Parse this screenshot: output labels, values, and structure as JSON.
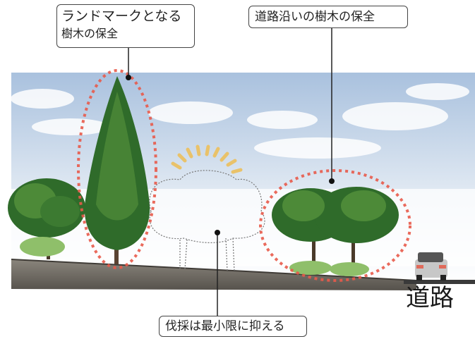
{
  "callouts": {
    "landmark_line1": "ランドマークとなる",
    "landmark_line2": "樹木の保全",
    "roadside": "道路沿いの樹木の保全",
    "felling": "伐採は最小限に抑える"
  },
  "labels": {
    "road": "道路"
  },
  "colors": {
    "highlight_ring": "#e85a4a",
    "sun_rays": "#e9c26a",
    "foliage_dark": "#2f6b2a",
    "foliage_light": "#5e9a44",
    "sky": "#c9d9ec",
    "ground": "#6f6a62",
    "road": "#444444"
  }
}
